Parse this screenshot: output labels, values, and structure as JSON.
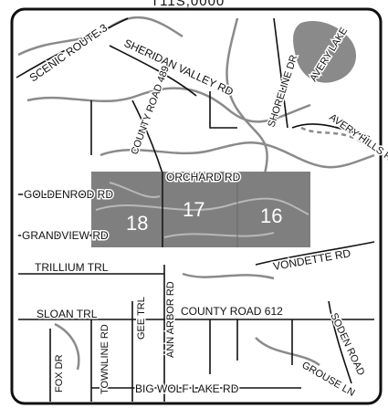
{
  "map": {
    "title_fragment": "T11S,0000",
    "colors": {
      "frame": "#111111",
      "road": "#111111",
      "stream": "#8a8a8a",
      "section_fill": "#7f7f7f",
      "lake": "#8a8a8a"
    },
    "labels": {
      "scenic_route": "SCENIC ROUTE 3",
      "sheridan_valley": "SHERIDAN VALLEY RD",
      "county_road_489": "COUNTY ROAD 489",
      "shoreline_dr": "SHORELINE DR",
      "avery_lake": "AVERY LAKE",
      "avery_hills_rd": "AVERY HILLS RD",
      "orchard_rd": "ORCHARD RD",
      "goldenrod_rd": "GOLDENROD RD",
      "grandview_rd": "GRANDVIEW RD",
      "vondette_rd": "VONDETTE RD",
      "trillium_trl": "TRILLIUM TRL",
      "sloan_trl": "SLOAN TRL",
      "gee_trl": "GEE TRL",
      "ann_arbor_rd": "ANN ARBOR RD",
      "county_road_612": "COUNTY ROAD 612",
      "soden_road": "SODEN ROAD",
      "townline_rd": "TOWNLINE RD",
      "fox_dr": "FOX DR",
      "grouse_ln": "GROUSE LN",
      "big_wolf_lake_rd": "BIG WOLF LAKE RD"
    },
    "sections": [
      "18",
      "17",
      "16"
    ]
  }
}
